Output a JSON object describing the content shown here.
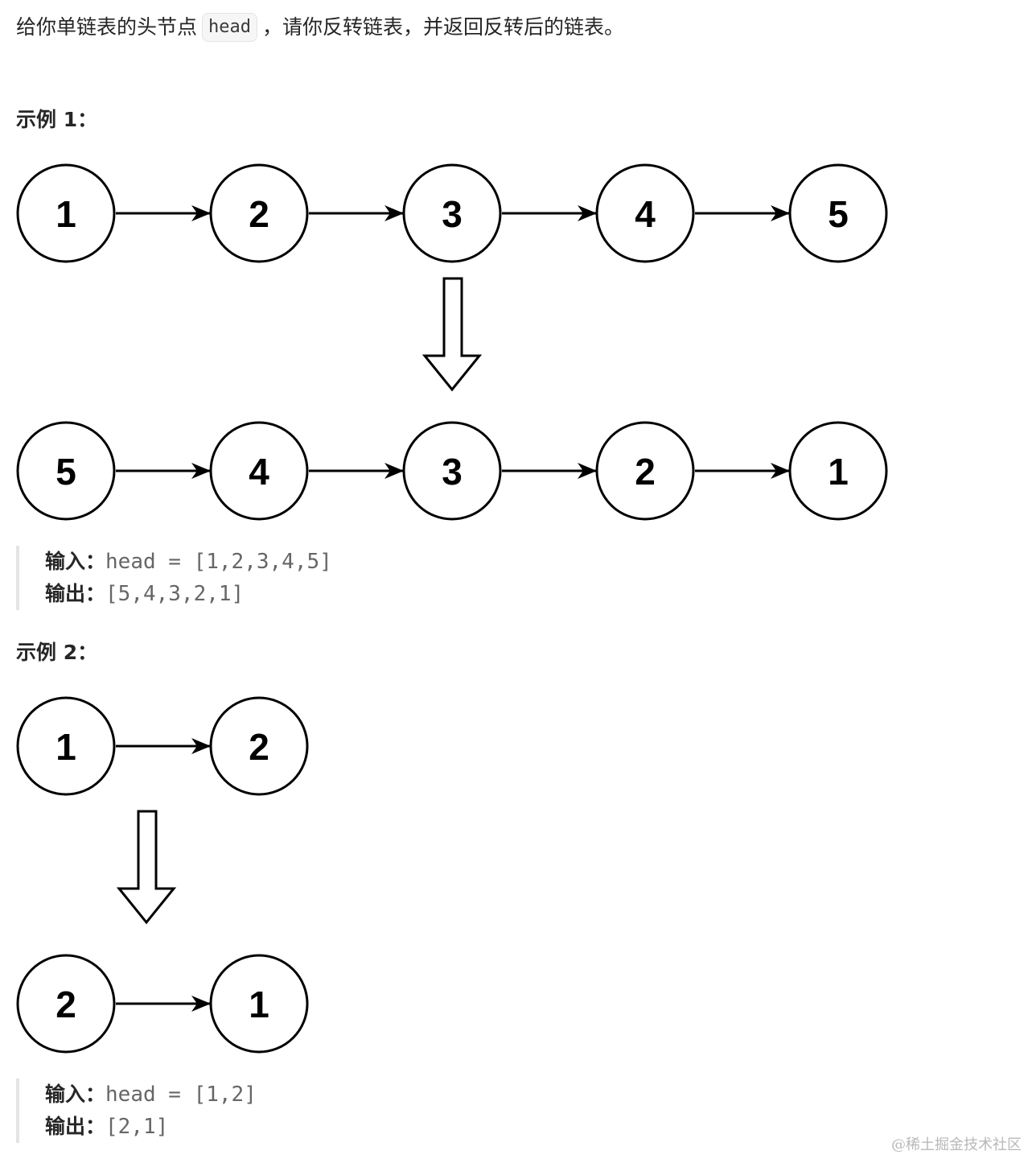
{
  "prompt": {
    "before": "给你单链表的头节点",
    "code": "head",
    "after": "，请你反转链表，并返回反转后的链表。"
  },
  "example1": {
    "title": "示例 1：",
    "input_nodes": [
      "1",
      "2",
      "3",
      "4",
      "5"
    ],
    "output_nodes": [
      "5",
      "4",
      "3",
      "2",
      "1"
    ],
    "input_label": "输入：",
    "input_value": "head = [1,2,3,4,5]",
    "output_label": "输出：",
    "output_value": "[5,4,3,2,1]"
  },
  "example2": {
    "title": "示例 2：",
    "input_nodes": [
      "1",
      "2"
    ],
    "output_nodes": [
      "2",
      "1"
    ],
    "input_label": "输入：",
    "input_value": "head = [1,2]",
    "output_label": "输出：",
    "output_value": "[2,1]"
  },
  "watermark": "@稀土掘金技术社区"
}
